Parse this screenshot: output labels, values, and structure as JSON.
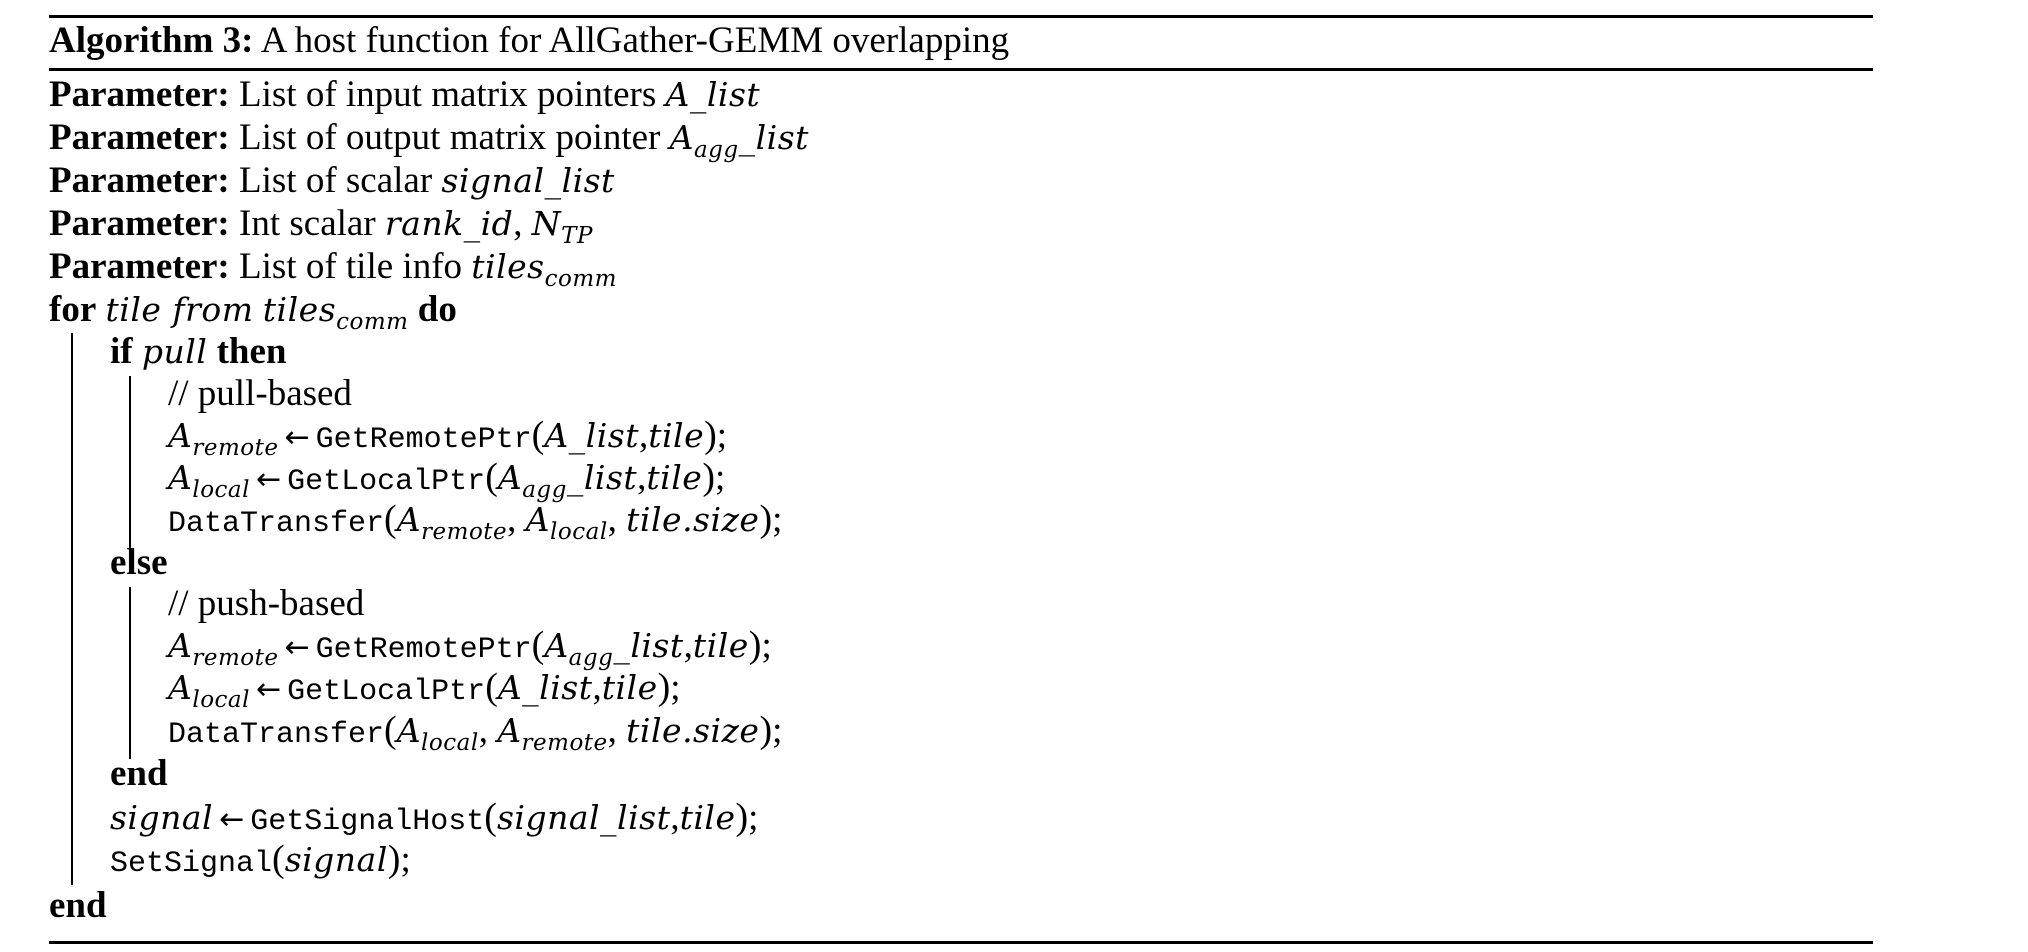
{
  "algorithm": {
    "label": "Algorithm 3:",
    "title": "A host function for AllGather-GEMM overlapping",
    "parameters": [
      {
        "keyword": "Parameter:",
        "text": "List of input matrix pointers",
        "math": "A_list"
      },
      {
        "keyword": "Parameter:",
        "text": "List of output matrix pointer",
        "math_base": "A",
        "math_sub": "agg",
        "math_rest": "_list"
      },
      {
        "keyword": "Parameter:",
        "text": "List of scalar",
        "math": "signal_list"
      },
      {
        "keyword": "Parameter:",
        "text": "Int scalar",
        "math": "rank_id",
        "sep": ",",
        "math2_base": "N",
        "math2_sub": "TP"
      },
      {
        "keyword": "Parameter:",
        "text": "List of tile info",
        "math_base": "tiles",
        "math_sub": "comm"
      }
    ],
    "loop": {
      "kw_for": "for",
      "var": "tile from",
      "iter_base": "tiles",
      "iter_sub": "comm",
      "kw_do": "do"
    },
    "cond": {
      "kw_if": "if",
      "var": "pull",
      "kw_then": "then",
      "kw_else": "else",
      "kw_end": "end"
    },
    "pull_branch": {
      "comment": "// pull-based",
      "stmt1": {
        "lhs_base": "A",
        "lhs_sub": "remote",
        "arrow": "←",
        "func": "GetRemotePtr",
        "arg1": "A_list",
        "arg2": "tile"
      },
      "stmt2": {
        "lhs_base": "A",
        "lhs_sub": "local",
        "arrow": "←",
        "func": "GetLocalPtr",
        "arg1_base": "A",
        "arg1_sub": "agg",
        "arg1_rest": "_list",
        "arg2": "tile"
      },
      "stmt3": {
        "func": "DataTransfer",
        "arg1_base": "A",
        "arg1_sub": "remote",
        "arg2_base": "A",
        "arg2_sub": "local",
        "arg3": "tile.size"
      }
    },
    "push_branch": {
      "comment": "// push-based",
      "stmt1": {
        "lhs_base": "A",
        "lhs_sub": "remote",
        "arrow": "←",
        "func": "GetRemotePtr",
        "arg1_base": "A",
        "arg1_sub": "agg",
        "arg1_rest": "_list",
        "arg2": "tile"
      },
      "stmt2": {
        "lhs_base": "A",
        "lhs_sub": "local",
        "arrow": "←",
        "func": "GetLocalPtr",
        "arg1": "A_list",
        "arg2": "tile"
      },
      "stmt3": {
        "func": "DataTransfer",
        "arg1_base": "A",
        "arg1_sub": "local",
        "arg2_base": "A",
        "arg2_sub": "remote",
        "arg3": "tile.size"
      }
    },
    "signal_stmt": {
      "lhs": "signal",
      "arrow": "←",
      "func": "GetSignalHost",
      "arg1": "signal_list",
      "arg2": "tile"
    },
    "set_signal_stmt": {
      "func": "SetSignal",
      "arg": "signal"
    },
    "end_loop": "end",
    "punct": {
      "open": "(",
      "close": ")",
      "comma": ",",
      "semi": ";"
    }
  }
}
